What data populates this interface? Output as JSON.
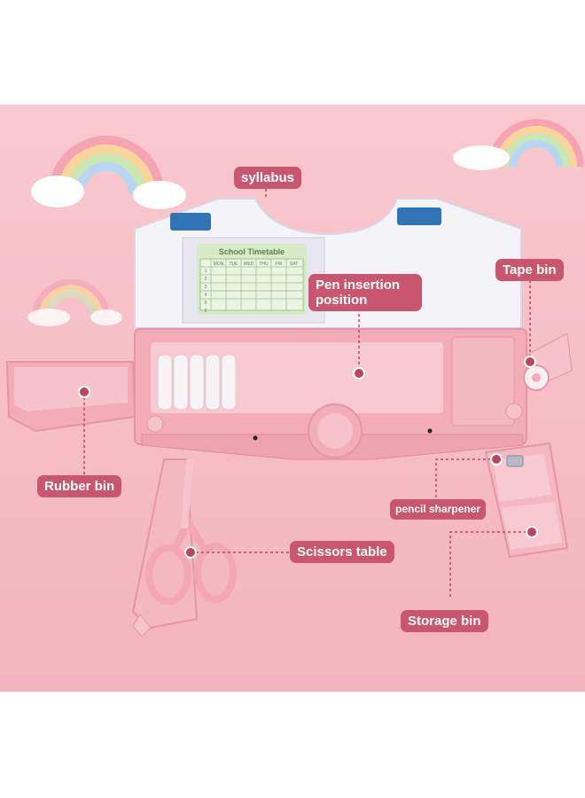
{
  "labels": {
    "syllabus": "syllabus",
    "pen_insertion": "Pen insertion position",
    "tape_bin": "Tape bin",
    "rubber_bin": "Rubber bin",
    "pencil_sharpener": "pencil sharpener",
    "scissors_table": "Scissors table",
    "storage_bin": "Storage bin"
  },
  "timetable": {
    "title": "School Timetable",
    "days": [
      "MON",
      "TUE",
      "WED",
      "THU",
      "FRI",
      "SAT"
    ],
    "rows": [
      "1",
      "2",
      "3",
      "4",
      "5",
      "6"
    ]
  },
  "colors": {
    "background": "#f6bfc6",
    "label": "#c9566e",
    "case_pink": "#f2adb8",
    "cover_white": "#f4f3f8"
  }
}
